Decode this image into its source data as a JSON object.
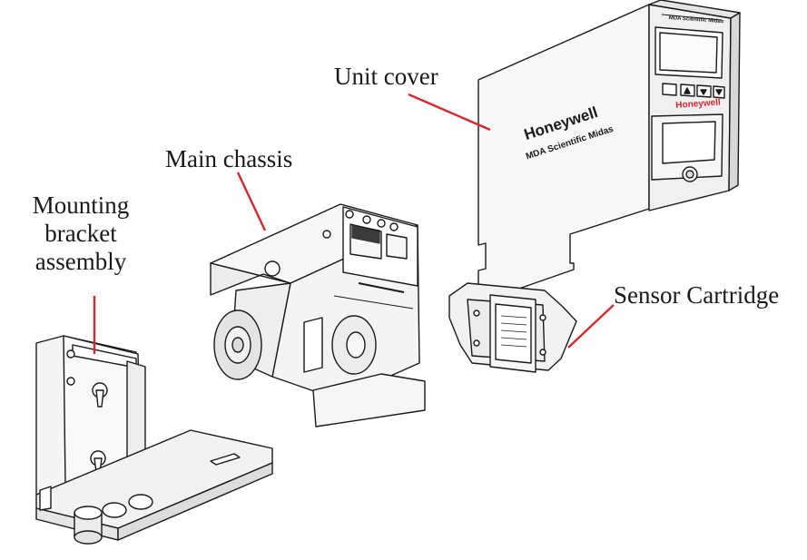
{
  "labels": {
    "unit_cover": "Unit cover",
    "main_chassis": "Main chassis",
    "mounting_bracket": [
      "Mounting",
      "bracket",
      "assembly"
    ],
    "sensor_cartridge": "Sensor Cartridge"
  },
  "product": {
    "brand": "Honeywell",
    "model": "MDA Scientific Midas",
    "model_short": "MDA Scientific Midas"
  },
  "colors": {
    "leader_line": "#d7262e",
    "brand_red": "#d7262e",
    "outline": "#1a1a1a",
    "fill": "#f4f4f4"
  }
}
